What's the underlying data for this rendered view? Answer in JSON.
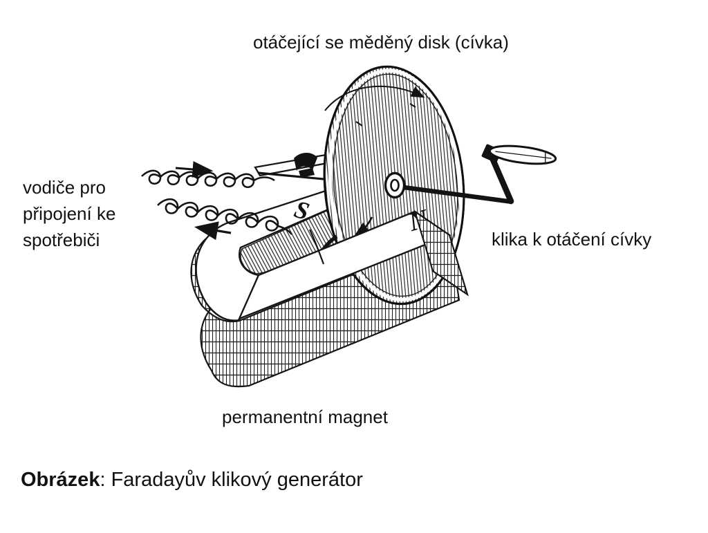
{
  "page": {
    "background": "#ffffff",
    "ink": "#121212"
  },
  "figure": {
    "label_disk": "otáčející se měděný disk (cívka)",
    "label_wires": [
      "vodiče pro",
      "připojení ke",
      "spotřebiči"
    ],
    "label_crank": "klika k otáčení cívky",
    "label_magnet": "permanentní magnet",
    "pole_south": "S",
    "pole_north": "N"
  },
  "caption": {
    "bold": "Obrázek",
    "rest": ": Faradayův klikový generátor"
  }
}
